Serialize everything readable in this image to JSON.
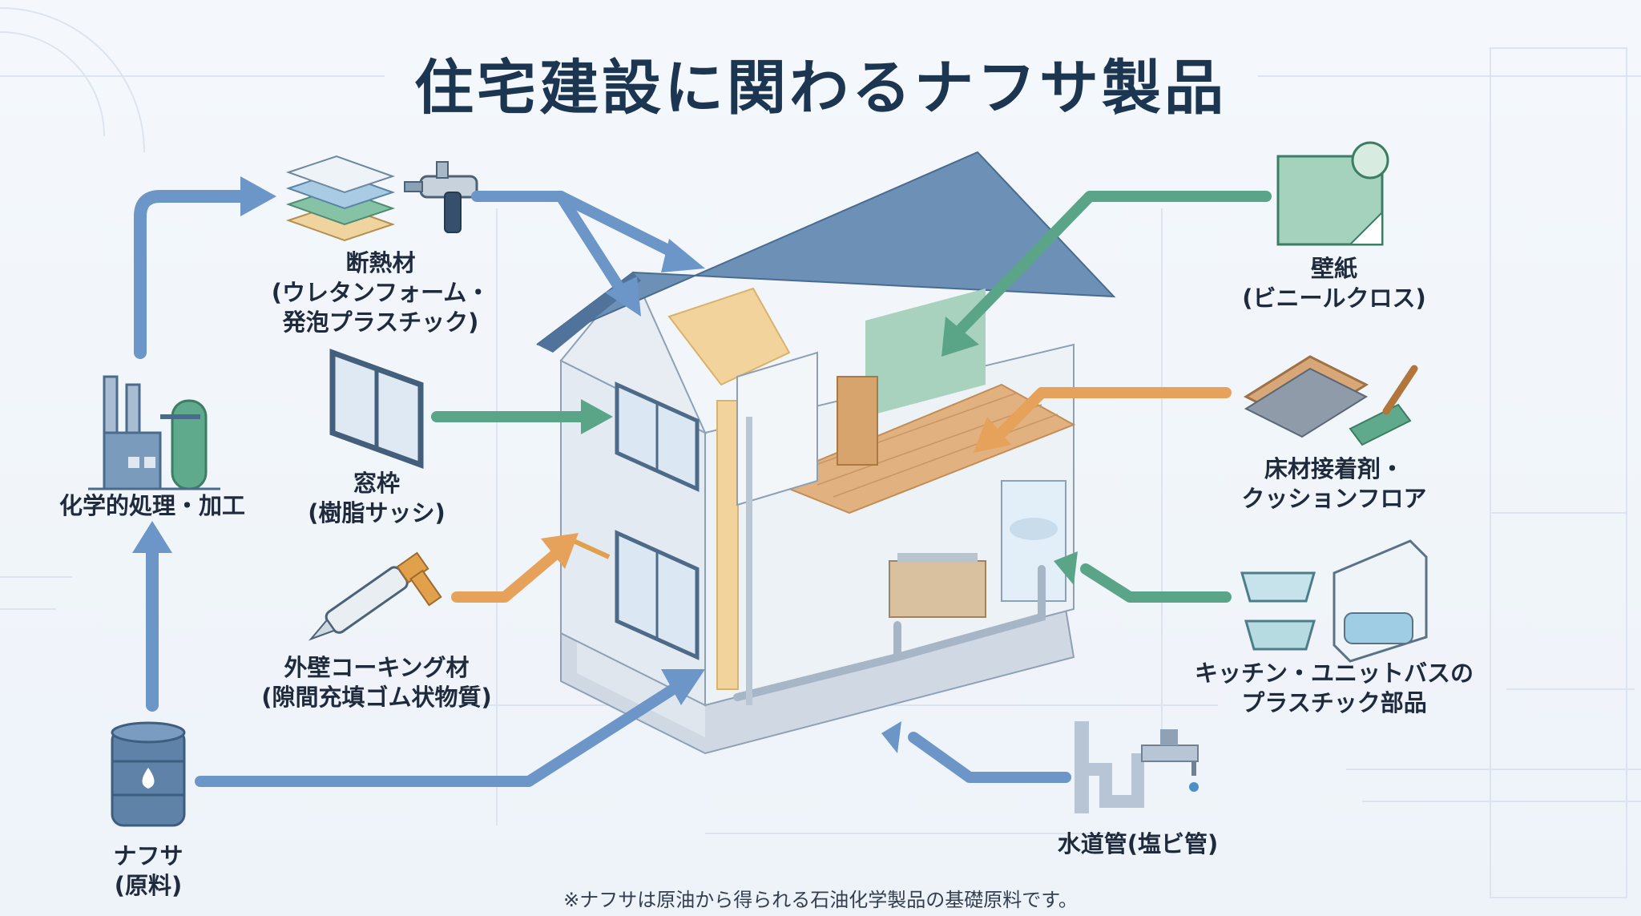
{
  "title": "住宅建設に関わるナフサ製品",
  "flow": {
    "naphtha": {
      "line1": "ナフサ",
      "line2": "(原料)",
      "icon": "oil-barrel-icon"
    },
    "processing": {
      "label": "化学的処理・加工",
      "icon": "chemical-plant-icon"
    }
  },
  "products_left": [
    {
      "line1": "断熱材",
      "line2": "(ウレタンフォーム・",
      "line3": "発泡プラスチック)",
      "icon": "insulation-layers-icon",
      "icon2": "spray-gun-icon"
    },
    {
      "line1": "窓枠",
      "line2": "(樹脂サッシ)",
      "icon": "window-frame-icon"
    },
    {
      "line1": "外壁コーキング材",
      "line2": "(隙間充填ゴム状物質)",
      "icon": "caulking-gun-icon"
    }
  ],
  "products_right": [
    {
      "line1": "壁紙",
      "line2": "(ビニールクロス)",
      "icon": "wallpaper-roll-icon"
    },
    {
      "line1": "床材接着剤・",
      "line2": "クッションフロア",
      "icon": "floor-sheet-trowel-icon"
    },
    {
      "line1": "キッチン・ユニットバスの",
      "line2": "プラスチック部品",
      "icon": "sink-bathtub-icon"
    }
  ],
  "pipe": {
    "label": "水道管(塩ビ管)",
    "icon": "water-pipe-icon"
  },
  "footnote": "※ナフサは原油から得られる石油化学製品の基礎原料です。",
  "colors": {
    "blue_arrow": "#5b8dc1",
    "green_arrow": "#5aa587",
    "orange_arrow": "#e6a15a",
    "title": "#1c3550"
  }
}
